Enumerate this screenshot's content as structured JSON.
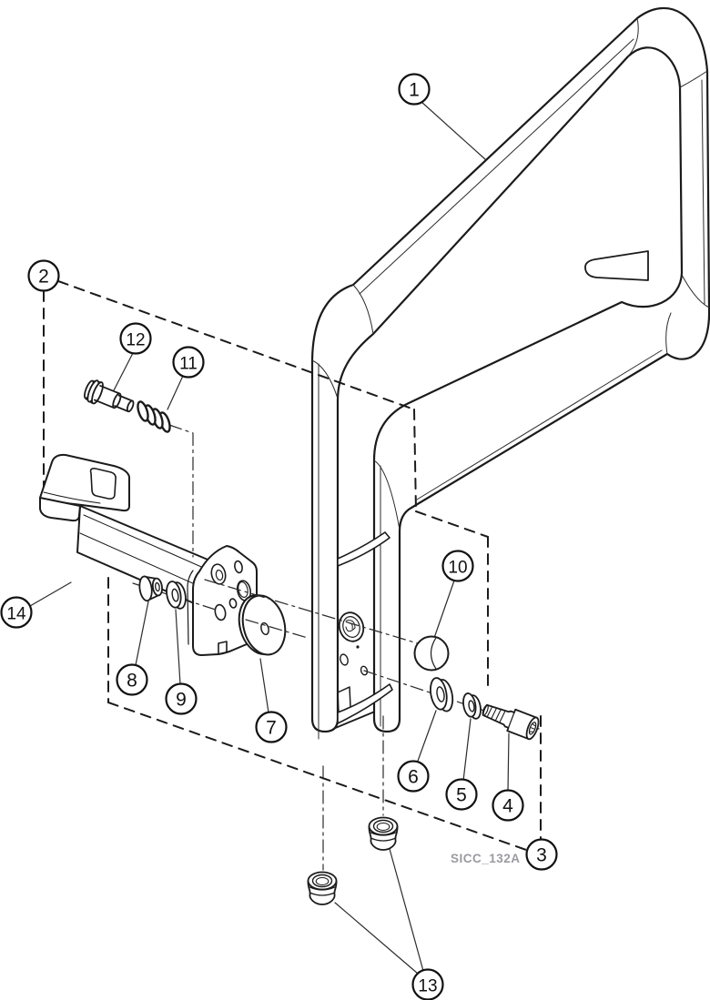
{
  "figure": {
    "code": "SICC_132A",
    "type": "exploded-parts-diagram"
  },
  "colors": {
    "line": "#1b1b1b",
    "thin_line": "#2b2b2b",
    "code_text": "#9a9aa0",
    "background": "#ffffff"
  },
  "callouts": [
    {
      "id": 1,
      "label": "1"
    },
    {
      "id": 2,
      "label": "2"
    },
    {
      "id": 3,
      "label": "3"
    },
    {
      "id": 4,
      "label": "4"
    },
    {
      "id": 5,
      "label": "5"
    },
    {
      "id": 6,
      "label": "6"
    },
    {
      "id": 7,
      "label": "7"
    },
    {
      "id": 8,
      "label": "8"
    },
    {
      "id": 9,
      "label": "9"
    },
    {
      "id": 10,
      "label": "10"
    },
    {
      "id": 11,
      "label": "11"
    },
    {
      "id": 12,
      "label": "12"
    },
    {
      "id": 13,
      "label": "13"
    },
    {
      "id": 14,
      "label": "14"
    }
  ]
}
